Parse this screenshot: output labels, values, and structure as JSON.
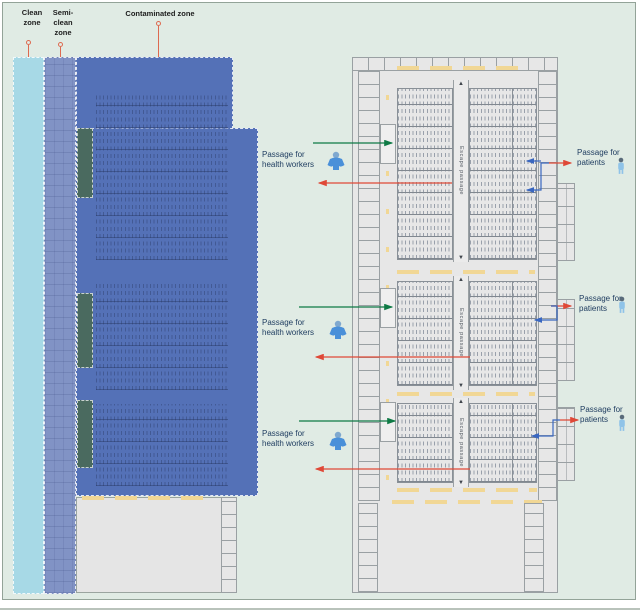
{
  "legend": {
    "items": [
      {
        "name": "clean-zone",
        "lines": [
          "Clean",
          "zone"
        ],
        "color": "#a7d9e6"
      },
      {
        "name": "semi-clean-zone",
        "lines": [
          "Semi-",
          "clean",
          "zone"
        ],
        "color": "#8193c5"
      },
      {
        "name": "contaminated-zone",
        "lines": [
          "Contaminated zone"
        ],
        "color": "#5471b7"
      }
    ]
  },
  "right_plan": {
    "arrow_up": "▲",
    "arrow_down": "▼",
    "wards": [
      {
        "escape": "Escape passage",
        "hw_line1": "Passage for",
        "hw_line2": "health workers",
        "pt_line1": "Passage for",
        "pt_line2": "patients"
      },
      {
        "escape": "Escape passage",
        "hw_line1": "Passage for",
        "hw_line2": "health workers",
        "pt_line1": "Passage for",
        "pt_line2": "patients"
      },
      {
        "escape": "Escape passage",
        "hw_line1": "Passage for",
        "hw_line2": "health workers",
        "pt_line1": "Passage for",
        "pt_line2": "patients"
      }
    ]
  },
  "icons": {
    "health_worker": "health-worker-icon",
    "patient": "patient-icon",
    "escape_up_glyph": "▲",
    "escape_down_glyph": "▼"
  },
  "colors": {
    "background": "#e0ebe4",
    "clean_zone": "#a7d9e6",
    "semi_clean_zone": "#8193c5",
    "contaminated_zone": "#5471b7",
    "buffer_room": "#4a6a5f",
    "plan_floor": "#e7e7e7",
    "plan_wall": "#9aa0a3",
    "door_marker": "#f1d795",
    "arrow_health_worker_in": "#0e7a45",
    "arrow_out": "#df4837",
    "arrow_patient_in": "#3a67c0",
    "leader": "#dd6a50",
    "label_text": "#1c3a5e"
  }
}
